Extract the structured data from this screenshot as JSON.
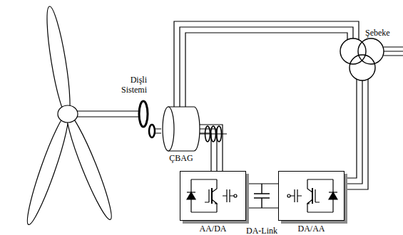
{
  "diagram": {
    "nodes": [
      {
        "text": [
          "ÇBAG"
        ]
      },
      {
        "text": [
          "AA/DA"
        ]
      },
      {
        "text": [
          "DA/AA"
        ]
      }
    ],
    "edges": [
      {
        "from": 0,
        "to": 1,
        "arrow": "none"
      },
      {
        "from": 1,
        "to": 2,
        "arrow": "none"
      }
    ],
    "labels": [
      "Dişli Sistemi",
      "DA-Link",
      "Şebeke"
    ]
  }
}
